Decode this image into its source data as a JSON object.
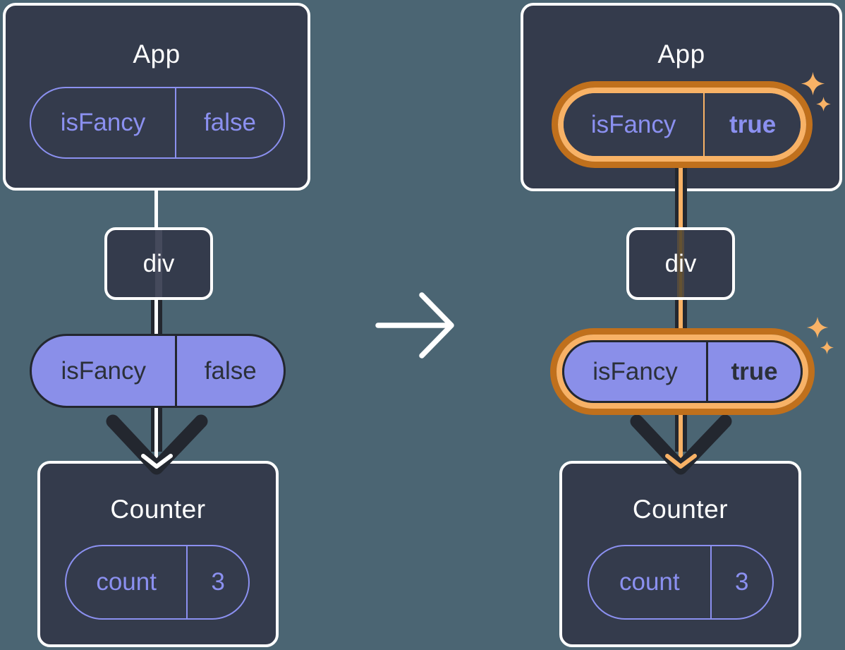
{
  "diagram": {
    "description_labels": {
      "before_tree": "component tree with isFancy false",
      "after_tree": "component tree with isFancy true"
    },
    "before": {
      "app": {
        "title": "App",
        "prop": {
          "name": "isFancy",
          "value": "false"
        }
      },
      "middle": {
        "label": "div"
      },
      "passed_prop": {
        "name": "isFancy",
        "value": "false"
      },
      "counter": {
        "title": "Counter",
        "state": {
          "name": "count",
          "value": "3"
        }
      }
    },
    "after": {
      "app": {
        "title": "App",
        "prop": {
          "name": "isFancy",
          "value": "true"
        }
      },
      "middle": {
        "label": "div"
      },
      "passed_prop": {
        "name": "isFancy",
        "value": "true"
      },
      "counter": {
        "title": "Counter",
        "state": {
          "name": "count",
          "value": "3"
        }
      }
    },
    "icons": {
      "transition": "arrow-right-icon",
      "highlight": "sparkle-icon"
    },
    "colors": {
      "background": "#4b6573",
      "card": "#343b4c",
      "card_border": "#ffffff",
      "purple": "#8b90f0",
      "purple_fill": "#8a8fe9",
      "dark": "#23272f",
      "highlight_outer": "#c0701c",
      "highlight_inner": "#f8b266",
      "sparkle": "#f8b266"
    }
  }
}
